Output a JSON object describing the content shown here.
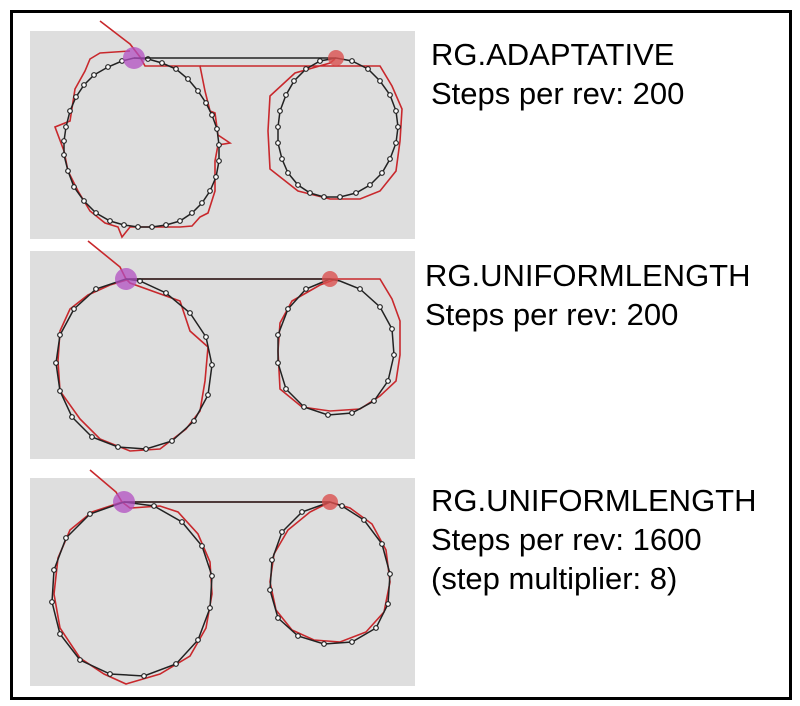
{
  "panels": [
    {
      "title": "RG.ADAPTATIVE",
      "steps_text": "Steps per rev: 200",
      "extra_text": ""
    },
    {
      "title": "RG.UNIFORMLENGTH",
      "steps_text": "Steps per rev: 200",
      "extra_text": ""
    },
    {
      "title": "RG.UNIFORMLENGTH",
      "steps_text": "Steps per rev: 1600",
      "extra_text": "(step multiplier: 8)"
    }
  ],
  "colors": {
    "panel_bg": "#dedede",
    "path_line": "#222222",
    "step_path": "#c8282c",
    "pen_marker": "#b14fc2",
    "center_marker": "#d9504f",
    "frame": "#000000"
  }
}
